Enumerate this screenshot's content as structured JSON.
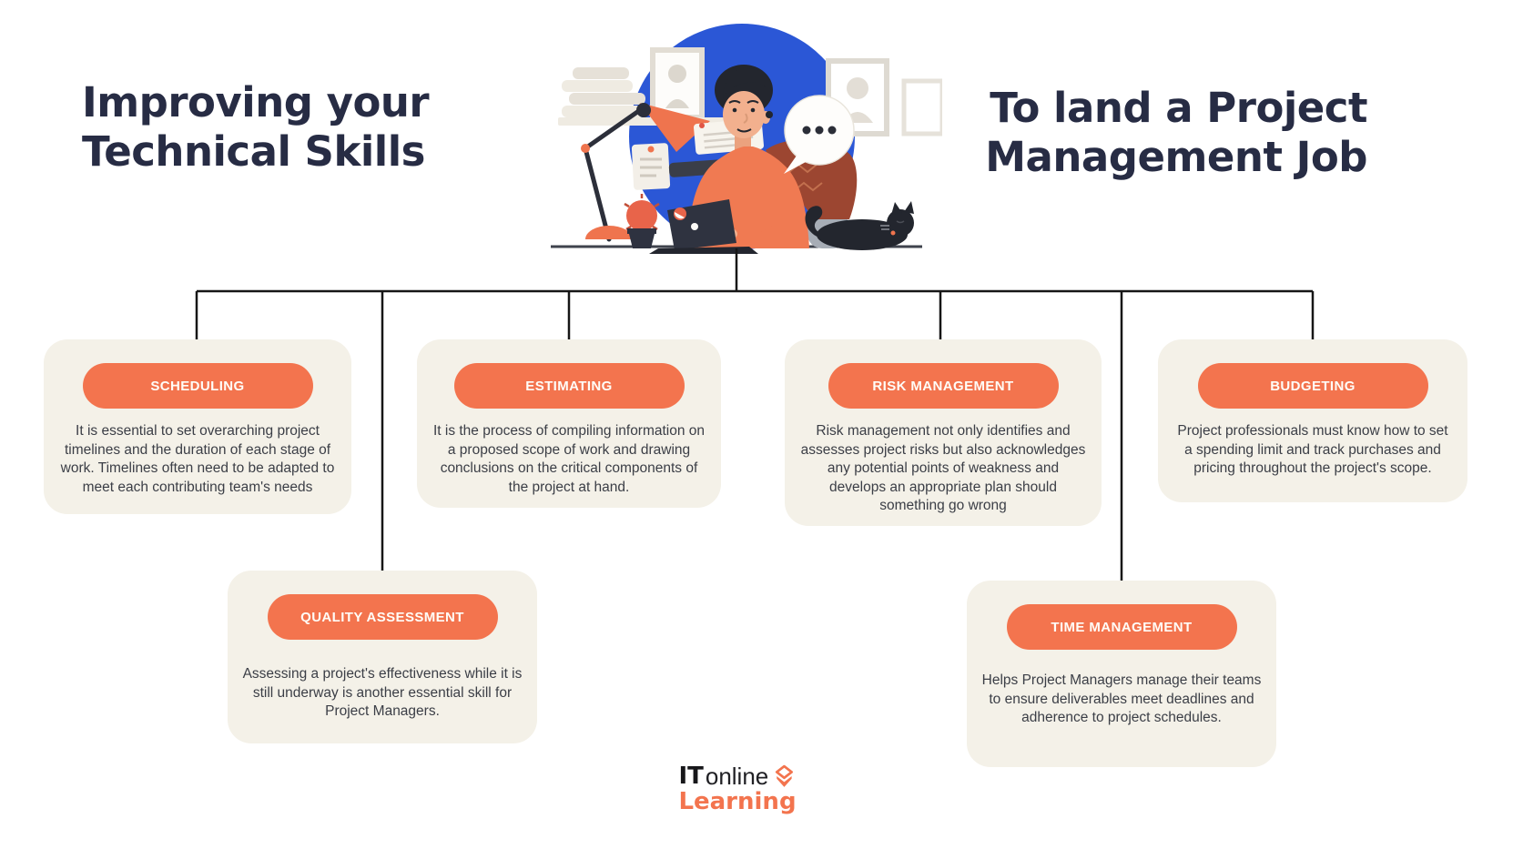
{
  "page": {
    "title_left": "Improving your Technical Skills",
    "title_right": "To land a Project Management Job"
  },
  "colors": {
    "accent_orange": "#F3744E",
    "card_cream": "#F4F1E8",
    "title_navy": "#272C44",
    "illustration_blue": "#2B57D6",
    "connector_black": "#161616",
    "body_text": "#3B3E46"
  },
  "cards": [
    {
      "label": "SCHEDULING",
      "body": "It is essential to set overarching project timelines and the duration of each stage of work. Timelines often need to be adapted to meet each contributing team's needs"
    },
    {
      "label": "ESTIMATING",
      "body": "It is the process of compiling information on a proposed scope of work and drawing conclusions on the critical components of the project at hand."
    },
    {
      "label": "RISK MANAGEMENT",
      "body": "Risk management not only identifies and assesses project risks but also acknowledges any potential points of weakness and develops an appropriate plan should something go wrong"
    },
    {
      "label": "BUDGETING",
      "body": "Project professionals must know how to set a spending limit and track purchases and pricing throughout the project's scope."
    },
    {
      "label": "QUALITY ASSESSMENT",
      "body": "Assessing a project's effectiveness while it is still underway is another essential skill for Project Managers."
    },
    {
      "label": "TIME MANAGEMENT",
      "body": "Helps Project Managers manage their teams to ensure deliverables meet deadlines and adherence to project schedules."
    }
  ],
  "illustration": {
    "name": "man-working-at-laptop-home-office",
    "speech_bubble_dots": "•••"
  },
  "logo": {
    "line1_bold": "IT",
    "line1_regular": "online",
    "line2": "Learning"
  }
}
